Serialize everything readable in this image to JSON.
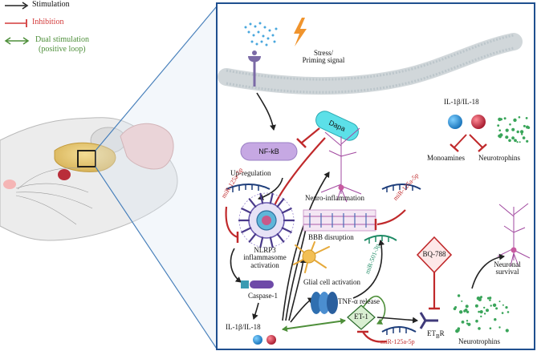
{
  "legend": {
    "stimulation": "Stimulation",
    "inhibition": "Inhibition",
    "dual_stimulation_line1": "Dual stimulation",
    "dual_stimulation_line2": "(positive loop)",
    "colors": {
      "stimulation": "#222222",
      "inhibition": "#d33a3a",
      "dual": "#4e8f3a"
    }
  },
  "labels": {
    "stress": "Stress/",
    "priming": "Priming signal",
    "nfkb": "NF-kB",
    "dapa": "Dapa",
    "upregulation": "Up-regulation",
    "nlrp3_1": "NLRP3",
    "nlrp3_2": "inflammasome",
    "nlrp3_3": "activation",
    "caspase": "Caspase-1",
    "il_left": "IL-1β/IL-18",
    "il_right": "IL-1β/IL-18",
    "monoamines": "Monoamines",
    "neurotrophins_top": "Neurotrophins",
    "neuroinflammation": "Neuro-inflammation",
    "bbb": "BBB disruption",
    "glial": "Glial cell activation",
    "tnf": "TNF-α release",
    "et1": "ET-1",
    "bq788": "BQ-788",
    "etbr": "ET",
    "etbr_sub": "B",
    "etbr_end": "R",
    "neuronal_survival_1": "Neuronal",
    "neuronal_survival_2": "survival",
    "neurotrophins_bottom": "Neurotrophins"
  },
  "mirnas": {
    "mir125_left": "miR-125a-5p",
    "mir125_right": "miR-125a-5p",
    "mir501": "miR-501-3p",
    "mir125_bottom": "miR-125a-5p"
  },
  "colors": {
    "panel_border": "#1f4f8f",
    "nfkb_fill": "#c6a8e3",
    "dapa_fill": "#5ce0e8",
    "inhibit": "#c0292b",
    "stimulate": "#222222",
    "dual": "#4e8f3a",
    "blue_ball": "#2a8fd6",
    "red_ball": "#c8283c"
  }
}
